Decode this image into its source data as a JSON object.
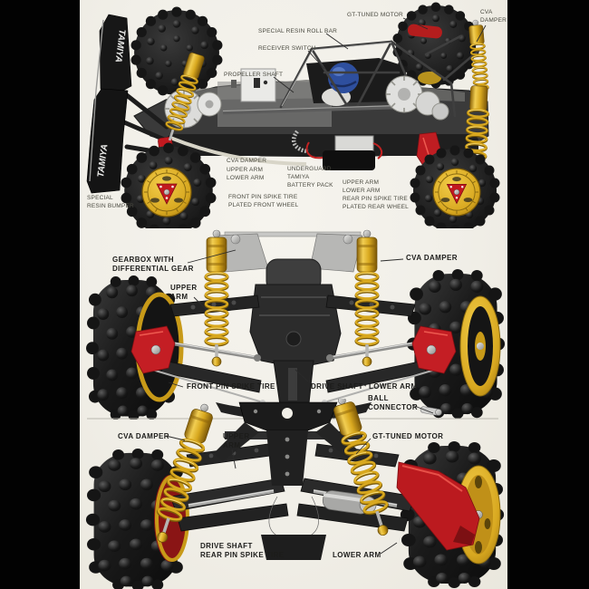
{
  "page": {
    "description": "Tamiya 4WD off-road buggy chassis catalog page with three cutaway illustrations",
    "background_color": "#f1efe8",
    "frame_color": "#020202"
  },
  "brand": {
    "wing_text_upper": "TAMIYA",
    "wing_text_lower": "TAMIYA"
  },
  "colors": {
    "gold_damper": "#d8a81f",
    "red_parts": "#c2191f",
    "silver": "#b9b9b6",
    "tire_black": "#181818",
    "helmet_blue": "#2e4f9e",
    "plated_wheel_gold": "#d8a820"
  },
  "sections": {
    "side_view": {
      "name": "Full chassis side cutaway view",
      "labels": {
        "gt_tuned_motor": "GT-TUNED MOTOR",
        "cva_damper_rear": "CVA\nDAMPER",
        "special_resin_roll_bar": "SPECIAL RESIN ROLL BAR",
        "receiver_switch": "RECEIVER SWITCH",
        "propeller_shaft": "PROPELLER SHAFT",
        "cva_damper_front": "CVA DAMPER",
        "upper_arm_front": "UPPER ARM",
        "lower_arm_front": "LOWER ARM",
        "underguard": "UNDERGUARD",
        "tamiya_battery_pack": "TAMIYA\nBATTERY PACK",
        "front_pin_spike_tire": "FRONT PIN SPIKE TIRE",
        "plated_front_wheel": "PLATED FRONT WHEEL",
        "upper_arm_rear": "UPPER ARM",
        "lower_arm_rear": "LOWER ARM",
        "rear_pin_spike_tire": "REAR PIN SPIKE TIRE",
        "plated_rear_wheel": "PLATED REAR WHEEL",
        "special_resin_bumper": "SPECIAL\nRESIN BUMPER"
      }
    },
    "front_axle_view": {
      "name": "Front suspension / gearbox view",
      "labels": {
        "gearbox": "GEARBOX WITH\nDIFFERENTIAL GEAR",
        "upper_arm": "UPPER\nARM",
        "cva_damper": "CVA DAMPER",
        "front_pin_spike_tire": "FRONT PIN SPIKE TIRE",
        "drive_shaft": "DRIVE SHAFT",
        "lower_arm": "LOWER ARM",
        "ball_connector": "BALL\nCONNECTOR"
      }
    },
    "rear_axle_view": {
      "name": "Rear suspension / motor view",
      "labels": {
        "cva_damper": "CVA DAMPER",
        "upper_arm": "UPPER\nARM",
        "gt_tuned_motor": "GT-TUNED  MOTOR",
        "drive_shaft": "DRIVE SHAFT",
        "rear_pin_spike_tire": "REAR PIN SPIKE TIRE",
        "lower_arm": "LOWER ARM"
      }
    }
  }
}
